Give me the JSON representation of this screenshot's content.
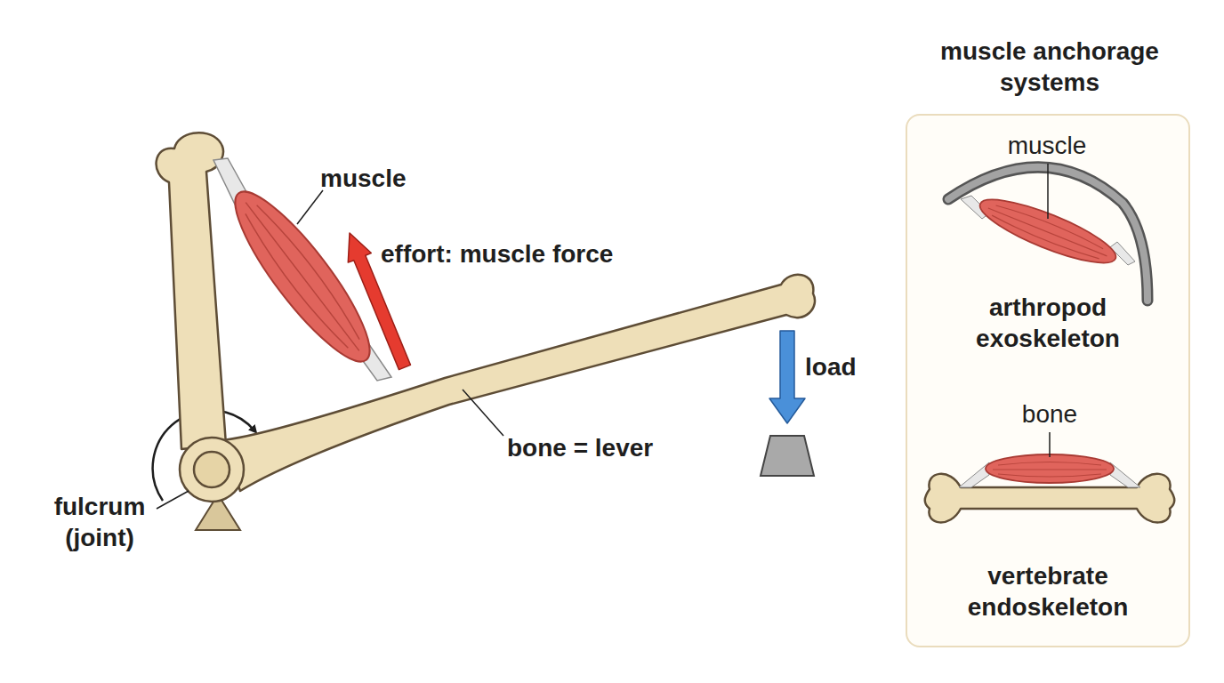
{
  "diagram": {
    "nodes": [
      {
        "text": [
          "muscle anchorage systems"
        ]
      }
    ],
    "labels": [
      "muscle",
      "effort: muscle force",
      "bone = lever",
      "load",
      "fulcrum (joint)",
      "muscle",
      "arthropod exoskeleton",
      "bone",
      "vertebrate endoskeleton"
    ]
  }
}
